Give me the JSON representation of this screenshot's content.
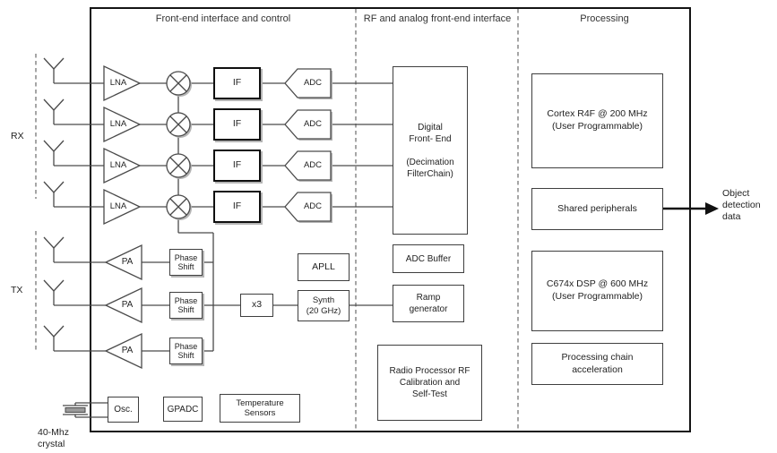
{
  "columns": {
    "frontend": "Front-end interface and control",
    "rf": "RF and analog front-end interface",
    "processing": "Processing"
  },
  "labels": {
    "rx": "RX",
    "tx": "TX",
    "lna": "LNA",
    "if": "IF",
    "adc": "ADC",
    "pa": "PA",
    "phase_shift": "Phase\nShift",
    "apll": "APLL",
    "x3": "x3",
    "synth": "Synth\n(20 GHz)",
    "dfe": "Digital\nFront- End\n\n(Decimation\nFilterChain)",
    "adc_buffer": "ADC Buffer",
    "ramp_generator": "Ramp\ngenerator",
    "radio_processor": "Radio Processor RF\nCalibration and\nSelf-Test",
    "cortex": "Cortex R4F @ 200 MHz\n(User Programmable)",
    "shared_peripherals": "Shared peripherals",
    "dsp": "C674x DSP @ 600 MHz\n(User Programmable)",
    "processing_chain": "Processing chain\nacceleration",
    "osc": "Osc.",
    "gpadc": "GPADC",
    "temperature_sensors": "Temperature\nSensors",
    "crystal": "40-Mhz\ncrystal",
    "output": "Object\ndetection\ndata"
  },
  "colors": {
    "wire": "#4a4a4a",
    "bold_border": "#0f0f0f",
    "shadow": "#b5b5b5",
    "text": "#222222",
    "background": "#ffffff"
  }
}
